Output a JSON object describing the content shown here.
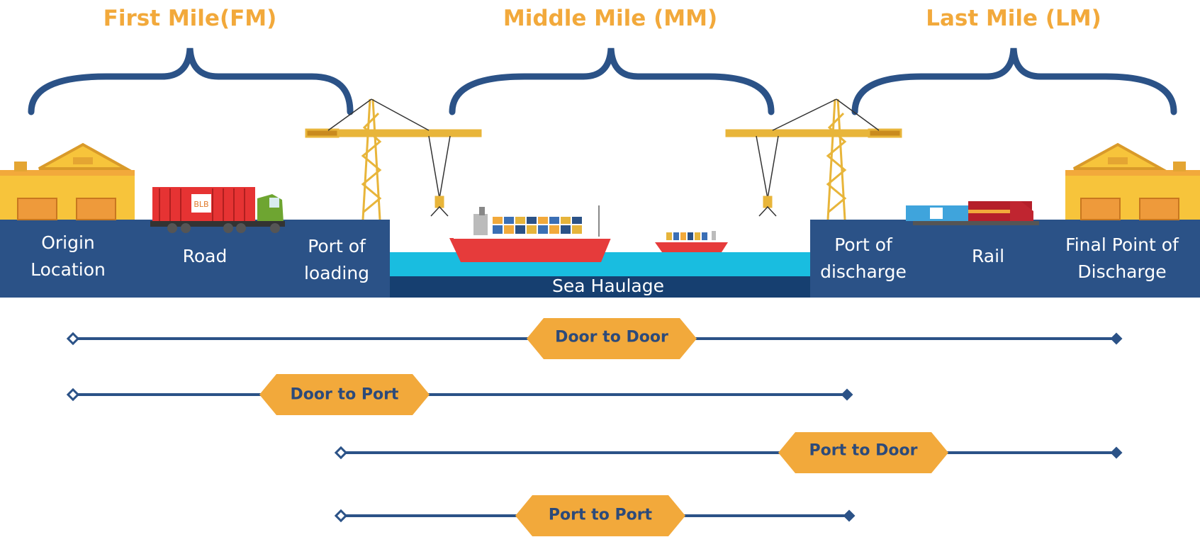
{
  "miles": [
    {
      "title": "First Mile(FM)"
    },
    {
      "title": "Middle Mile (MM)"
    },
    {
      "title": "Last Mile (LM)"
    }
  ],
  "segments": [
    {
      "label": "Origin\nLocation"
    },
    {
      "label": "Road"
    },
    {
      "label": "Port of\nloading"
    },
    {
      "label": "Sea Haulage"
    },
    {
      "label": "Port of\ndischarge"
    },
    {
      "label": "Rail"
    },
    {
      "label": "Final Point of\nDischarge"
    }
  ],
  "container_brand": "BLB",
  "routes": [
    {
      "label": "Door to Door"
    },
    {
      "label": "Door to Port"
    },
    {
      "label": "Port to Door"
    },
    {
      "label": "Port to Port"
    }
  ],
  "colors": {
    "orange": "#f2a93b",
    "navy": "#2b5287",
    "sea": "#19bde0",
    "sea_dark": "#163f70",
    "route_text": "#2c4a7a"
  }
}
